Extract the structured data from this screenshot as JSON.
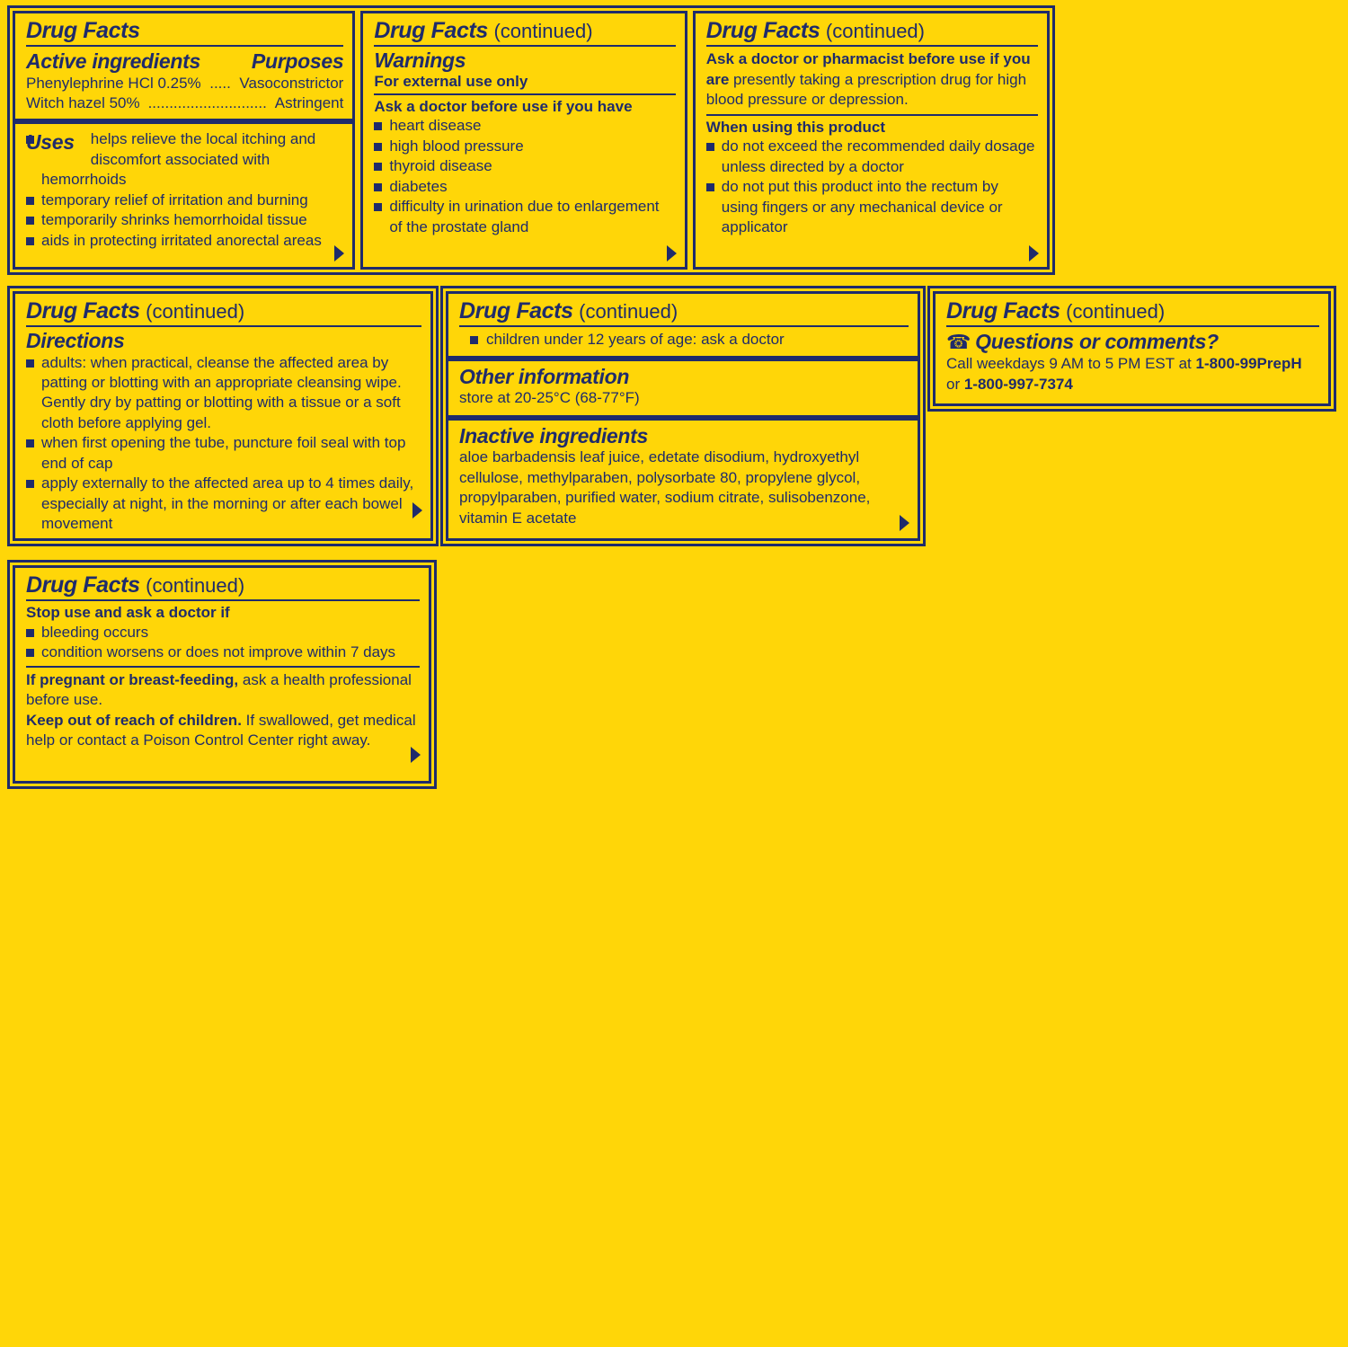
{
  "colors": {
    "background": "#FFD608",
    "ink": "#1F2B6B"
  },
  "labels": {
    "title": "Drug Facts",
    "continued": "(continued)",
    "arrow_icon": "right-arrow-continues",
    "bullet_icon": "square-bullet",
    "phone_icon": "☎"
  },
  "panels": {
    "p1": {
      "title": "Drug Facts",
      "active_head_left": "Active ingredients",
      "active_head_right": "Purposes",
      "ingredients": [
        {
          "name": "Phenylephrine HCl 0.25%",
          "dots": " .....",
          "purpose": "Vasoconstrictor"
        },
        {
          "name": "Witch hazel 50%",
          "dots": "............................",
          "purpose": "Astringent"
        }
      ],
      "uses_head": "Uses",
      "uses_first": "helps relieve the local itching and discomfort associated with hemorrhoids",
      "uses": [
        "temporary relief of irritation and burning",
        "temporarily shrinks hemorrhoidal tissue",
        "aids in protecting irritated anorectal areas"
      ]
    },
    "p2": {
      "title": "Drug Facts",
      "continued": "(continued)",
      "warnings_head": "Warnings",
      "external_use": "For external use only",
      "ask_doctor_head": "Ask a doctor before use if you have",
      "conditions": [
        "heart disease",
        "high blood pressure",
        "thyroid disease",
        "diabetes",
        "difficulty in urination due to enlargement of the prostate gland"
      ]
    },
    "p3": {
      "title": "Drug Facts",
      "continued": "(continued)",
      "ask_pharmacist_bold": "Ask a doctor or pharmacist before use if you are",
      "ask_pharmacist_rest": " presently taking a prescription drug for high blood pressure or depression.",
      "when_using_head": "When using this product",
      "when_using": [
        "do not exceed the recommended daily dosage unless directed by a doctor",
        "do not put this product into the rectum by using fingers or any mechanical device or applicator"
      ]
    },
    "p4": {
      "title": "Drug Facts",
      "continued": "(continued)",
      "directions_head": "Directions",
      "directions": [
        "adults: when practical, cleanse the affected area by patting or blotting with an appropriate cleansing wipe. Gently dry by patting or blotting with a tissue or a soft cloth before applying gel.",
        "when first opening the tube, puncture foil seal with top end of cap",
        "apply externally to the affected area up to 4 times daily, especially at night, in the morning or after each bowel movement"
      ]
    },
    "p5": {
      "title": "Drug Facts",
      "continued": "(continued)",
      "children_bullet": "children under 12 years of age: ask a doctor",
      "other_info_head": "Other information",
      "other_info_text": "store at 20-25°C (68-77°F)",
      "inactive_head": "Inactive ingredients",
      "inactive_text": "aloe barbadensis leaf juice, edetate disodium, hydroxyethyl cellulose, methylparaben, polysorbate 80, propylene glycol, propylparaben, purified water, sodium citrate, sulisobenzone, vitamin E acetate"
    },
    "p6": {
      "title": "Drug Facts",
      "continued": "(continued)",
      "questions_head": "Questions or comments?",
      "call_prefix": "Call weekdays 9 AM to 5 PM EST at ",
      "phone1": "1-800-99PrepH",
      "or_prefix": "or ",
      "phone2": "1-800-997-7374"
    },
    "p7": {
      "title": "Drug Facts",
      "continued": "(continued)",
      "stop_use_head": "Stop use and ask a doctor if",
      "stop_use": [
        "bleeding occurs",
        "condition worsens or does not improve within 7 days"
      ],
      "pregnant_bold": "If pregnant or breast-feeding,",
      "pregnant_rest": " ask a health professional before use.",
      "keep_bold": "Keep out of reach of children.",
      "keep_rest": " If swallowed, get medical help or contact a Poison Control Center right away."
    }
  }
}
